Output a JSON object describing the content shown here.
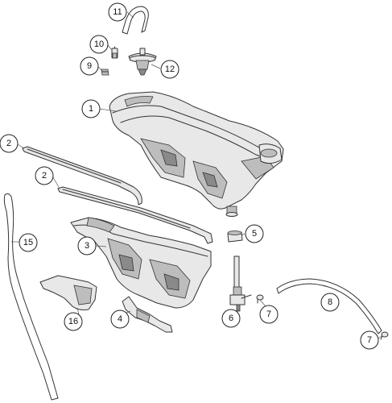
{
  "callouts": {
    "c1": "1",
    "c2a": "2",
    "c2b": "2",
    "c3": "3",
    "c4": "4",
    "c5": "5",
    "c6": "6",
    "c7a": "7",
    "c7b": "7",
    "c8": "8",
    "c9": "9",
    "c10": "10",
    "c11": "11",
    "c12": "12",
    "c15": "15",
    "c16": "16"
  },
  "colors": {
    "outline": "#333333",
    "fill_light": "#e8e8e8",
    "fill_mid": "#bdbdbd",
    "fill_dark": "#8a8a8a"
  }
}
